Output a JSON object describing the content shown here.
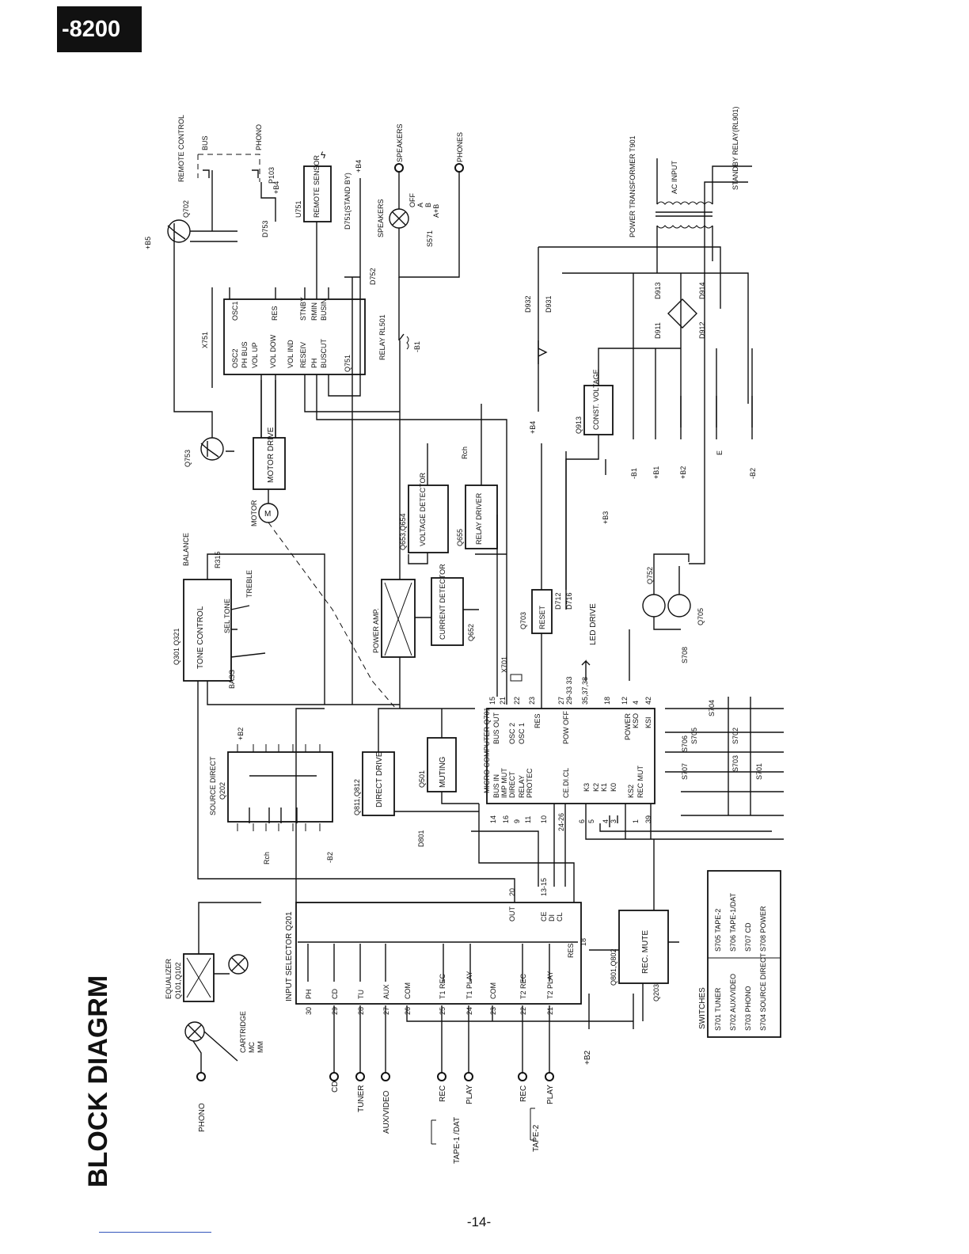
{
  "header": {
    "model": "-8200"
  },
  "title": "BLOCK DIAGRM",
  "page_number": "-14-",
  "inputs": {
    "phono": "PHONO",
    "cd": "CD",
    "tuner": "TUNER",
    "aux_video": "AUX/VIDEO",
    "tape1": "TAPE-1 /DAT",
    "tape2": "TAPE-2",
    "rec": "REC",
    "play": "PLAY"
  },
  "blocks": {
    "equalizer": "EQUALIZER",
    "equalizer_ref": "Q101,Q102",
    "cartridge": "CARTRIDGE",
    "mc": "MC",
    "mm": "MM",
    "input_selector": "INPUT SELECTOR Q201",
    "rec_mute": "REC. MUTE",
    "rec_mute_ref": "Q203",
    "q801": "Q801,Q802",
    "source_direct": "SOURCE DIRECT",
    "source_direct_ref": "Q202",
    "direct_drive": "DIRECT DRIVE",
    "direct_drive_ref": "Q811,Q812",
    "tone_control": "TONE CONTROL",
    "tone_control_ref": "Q301 Q321",
    "sel_tone": "SEL TONE",
    "bass": "BASS",
    "treble": "TREBLE",
    "balance": "BALANCE",
    "balance_ref": "R315",
    "muting": "MUTING",
    "muting_ref": "Q501",
    "power_amp": "POWER AMP.",
    "current_detector": "CURRENT DETECTOR",
    "current_detector_ref": "Q652",
    "voltage_detector": "VOLTAGE DETECTOR",
    "voltage_detector_ref": "Q653,Q654",
    "relay_driver": "RELAY DRIVER",
    "relay_driver_ref": "Q655",
    "motor_drive": "MOTOR DRIVE",
    "motor": "MOTOR",
    "micro_computer": "MICRO COMPUTER Q701",
    "reset": "RESET",
    "reset_ref": "Q703",
    "led_drive": "LED DRIVE",
    "q751": "Q751",
    "remote_sensor": "REMOTE SENSOR",
    "remote_sensor_ref": "U751",
    "remote_control": "REMOTE CONTROL",
    "bus": "BUS",
    "phono_jack": "PHONO",
    "p103": "P103",
    "d751": "D751(STAND BY)",
    "d753": "D753",
    "d752": "D752",
    "q702": "Q702",
    "q753": "Q753",
    "x751": "X751",
    "x701": "X701",
    "speakers": "SPEAKERS",
    "phones": "PHONES",
    "s571": "S571",
    "speaker_off": "OFF",
    "speaker_a": "A",
    "speaker_b": "B",
    "speaker_ab": "A+B",
    "relay": "RELAY RL501",
    "power_transformer": "POWER TRANSFORMER T901",
    "ac_input": "AC INPUT",
    "standby_relay": "STANDBY RELAY(RL901)",
    "const_voltage": "CONST. VOLTAGE",
    "const_voltage_ref": "Q913",
    "q752": "Q752",
    "q705": "Q705",
    "rch": "Rch"
  },
  "rails": [
    "-B1",
    "+B1",
    "+B2",
    "E",
    "-B2",
    "+B3",
    "+B4",
    "+B5"
  ],
  "diodes": [
    "D911",
    "D912",
    "D913",
    "D914",
    "D931",
    "D932",
    "D712",
    "D716",
    "D801"
  ],
  "selector_pins": [
    {
      "pin": "30",
      "label": "PH"
    },
    {
      "pin": "29",
      "label": "CD"
    },
    {
      "pin": "28",
      "label": "TU"
    },
    {
      "pin": "27",
      "label": "AUX"
    },
    {
      "pin": "26",
      "label": "COM"
    },
    {
      "pin": "25",
      "label": "T1 REC"
    },
    {
      "pin": "24",
      "label": "T1 PLAY"
    },
    {
      "pin": "23",
      "label": "COM"
    },
    {
      "pin": "22",
      "label": "T2 REC"
    },
    {
      "pin": "21",
      "label": "T2 PLAY"
    }
  ],
  "switches_table": {
    "title": "SWITCHES",
    "rows": [
      {
        "a": "S701 TUNER",
        "b": "S705 TAPE-2"
      },
      {
        "a": "S702 AUX/VIDEO",
        "b": "S706 TAPE-1/DAT"
      },
      {
        "a": "S703 PHONO",
        "b": "S707 CD"
      },
      {
        "a": "S704 SOURCE DIRECT",
        "b": "S708 POWER"
      }
    ]
  },
  "switch_labels": [
    "S701",
    "S702",
    "S703",
    "S704",
    "S705",
    "S706",
    "S707",
    "S708"
  ]
}
